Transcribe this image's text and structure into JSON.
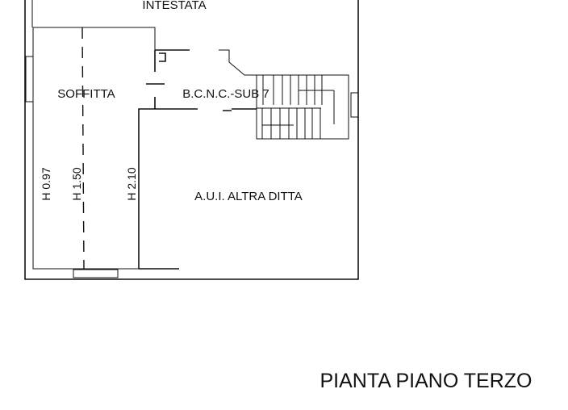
{
  "plan": {
    "top_label": "INTESTATA",
    "rooms": {
      "soffitta": "SOFFITTA",
      "bcnc": "B.C.N.C.-SUB 7",
      "aui": "A.U.I. ALTRA DITTA"
    },
    "heights": [
      "H 0.97",
      "H 1.50",
      "H 2.10"
    ],
    "title": "PIANTA PIANO TERZO"
  },
  "colors": {
    "ink": "#111111",
    "paper": "#ffffff"
  }
}
